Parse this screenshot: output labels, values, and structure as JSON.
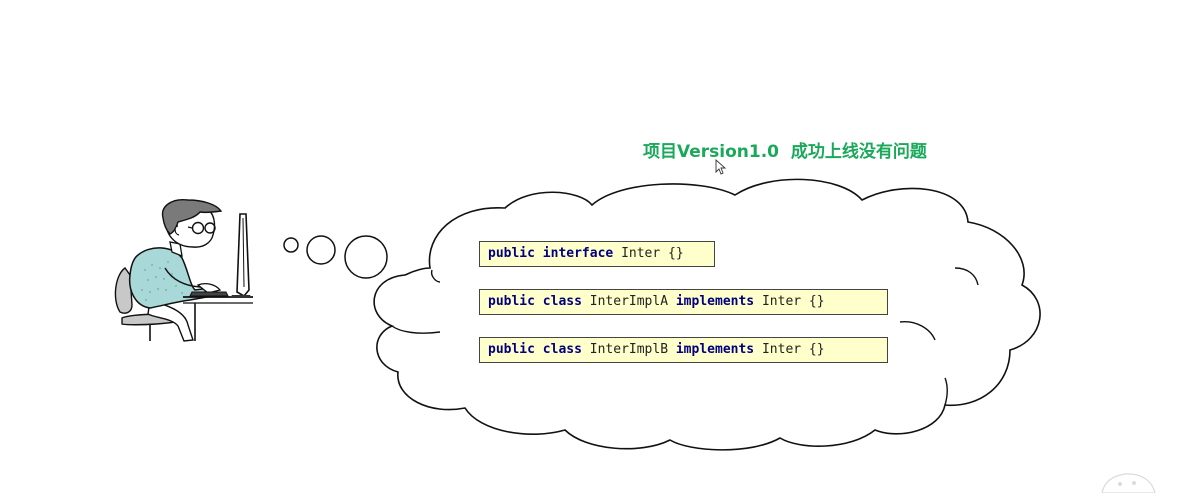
{
  "title": {
    "text": "项目Version1.0  成功上线没有问题",
    "color": "#1aa85a"
  },
  "code_lines": [
    {
      "tokens": [
        {
          "text": "public",
          "keyword": true
        },
        {
          "text": " ",
          "keyword": false
        },
        {
          "text": "interface",
          "keyword": true
        },
        {
          "text": " Inter {}",
          "keyword": false
        }
      ]
    },
    {
      "tokens": [
        {
          "text": "public",
          "keyword": true
        },
        {
          "text": " ",
          "keyword": false
        },
        {
          "text": "class",
          "keyword": true
        },
        {
          "text": " InterImplA ",
          "keyword": false
        },
        {
          "text": "implements",
          "keyword": true
        },
        {
          "text": " Inter {}",
          "keyword": false
        }
      ]
    },
    {
      "tokens": [
        {
          "text": "public",
          "keyword": true
        },
        {
          "text": " ",
          "keyword": false
        },
        {
          "text": "class",
          "keyword": true
        },
        {
          "text": " InterImplB ",
          "keyword": false
        },
        {
          "text": "implements",
          "keyword": true
        },
        {
          "text": " Inter {}",
          "keyword": false
        }
      ]
    }
  ],
  "colors": {
    "keyword": "#000080",
    "code_background": "#ffffcc",
    "shirt": "#a8d8d8",
    "outline": "#111111"
  },
  "icons": [
    "programmer-illustration",
    "thought-bubble",
    "mouse-cursor-icon",
    "watermark-icon"
  ]
}
